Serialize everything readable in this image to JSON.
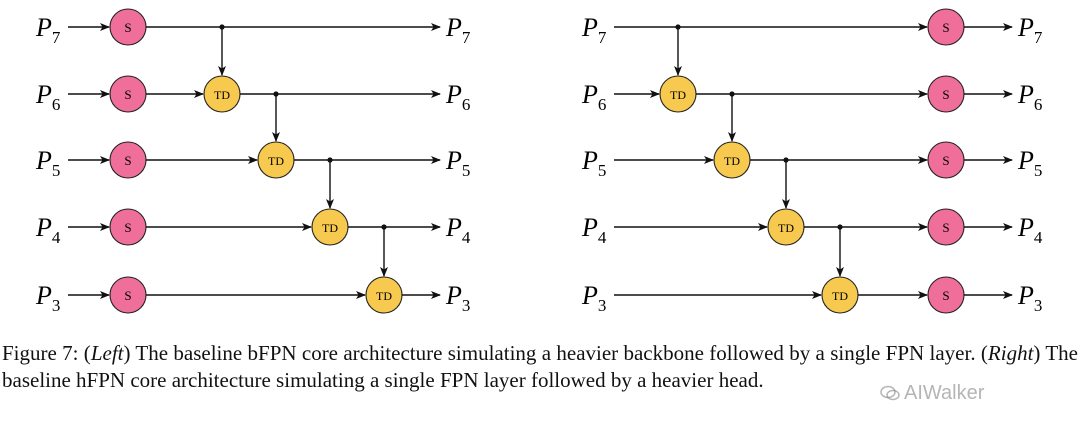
{
  "figure": {
    "levels": [
      {
        "base": "P",
        "sub": "7"
      },
      {
        "base": "P",
        "sub": "6"
      },
      {
        "base": "P",
        "sub": "5"
      },
      {
        "base": "P",
        "sub": "4"
      },
      {
        "base": "P",
        "sub": "3"
      }
    ],
    "node_labels": {
      "scale": "S",
      "top_down": "TD"
    },
    "colors": {
      "scale_node": "#f06f9a",
      "top_down_node": "#f7c94f",
      "edge": "#111111"
    },
    "panels": [
      {
        "id": "left",
        "name": "bFPN",
        "variant": "bfpn"
      },
      {
        "id": "right",
        "name": "hFPN",
        "variant": "hfpn"
      }
    ]
  },
  "caption": {
    "label": "Figure 7:",
    "left_tag": "Left",
    "left_text": " The baseline bFPN core architecture simulating a heavier backbone followed by a single FPN layer.  (",
    "right_tag": "Right",
    "right_text": ") The baseline hFPN core architecture simulating a single FPN layer followed by a heavier head."
  },
  "watermark": {
    "text": "AIWalker"
  }
}
